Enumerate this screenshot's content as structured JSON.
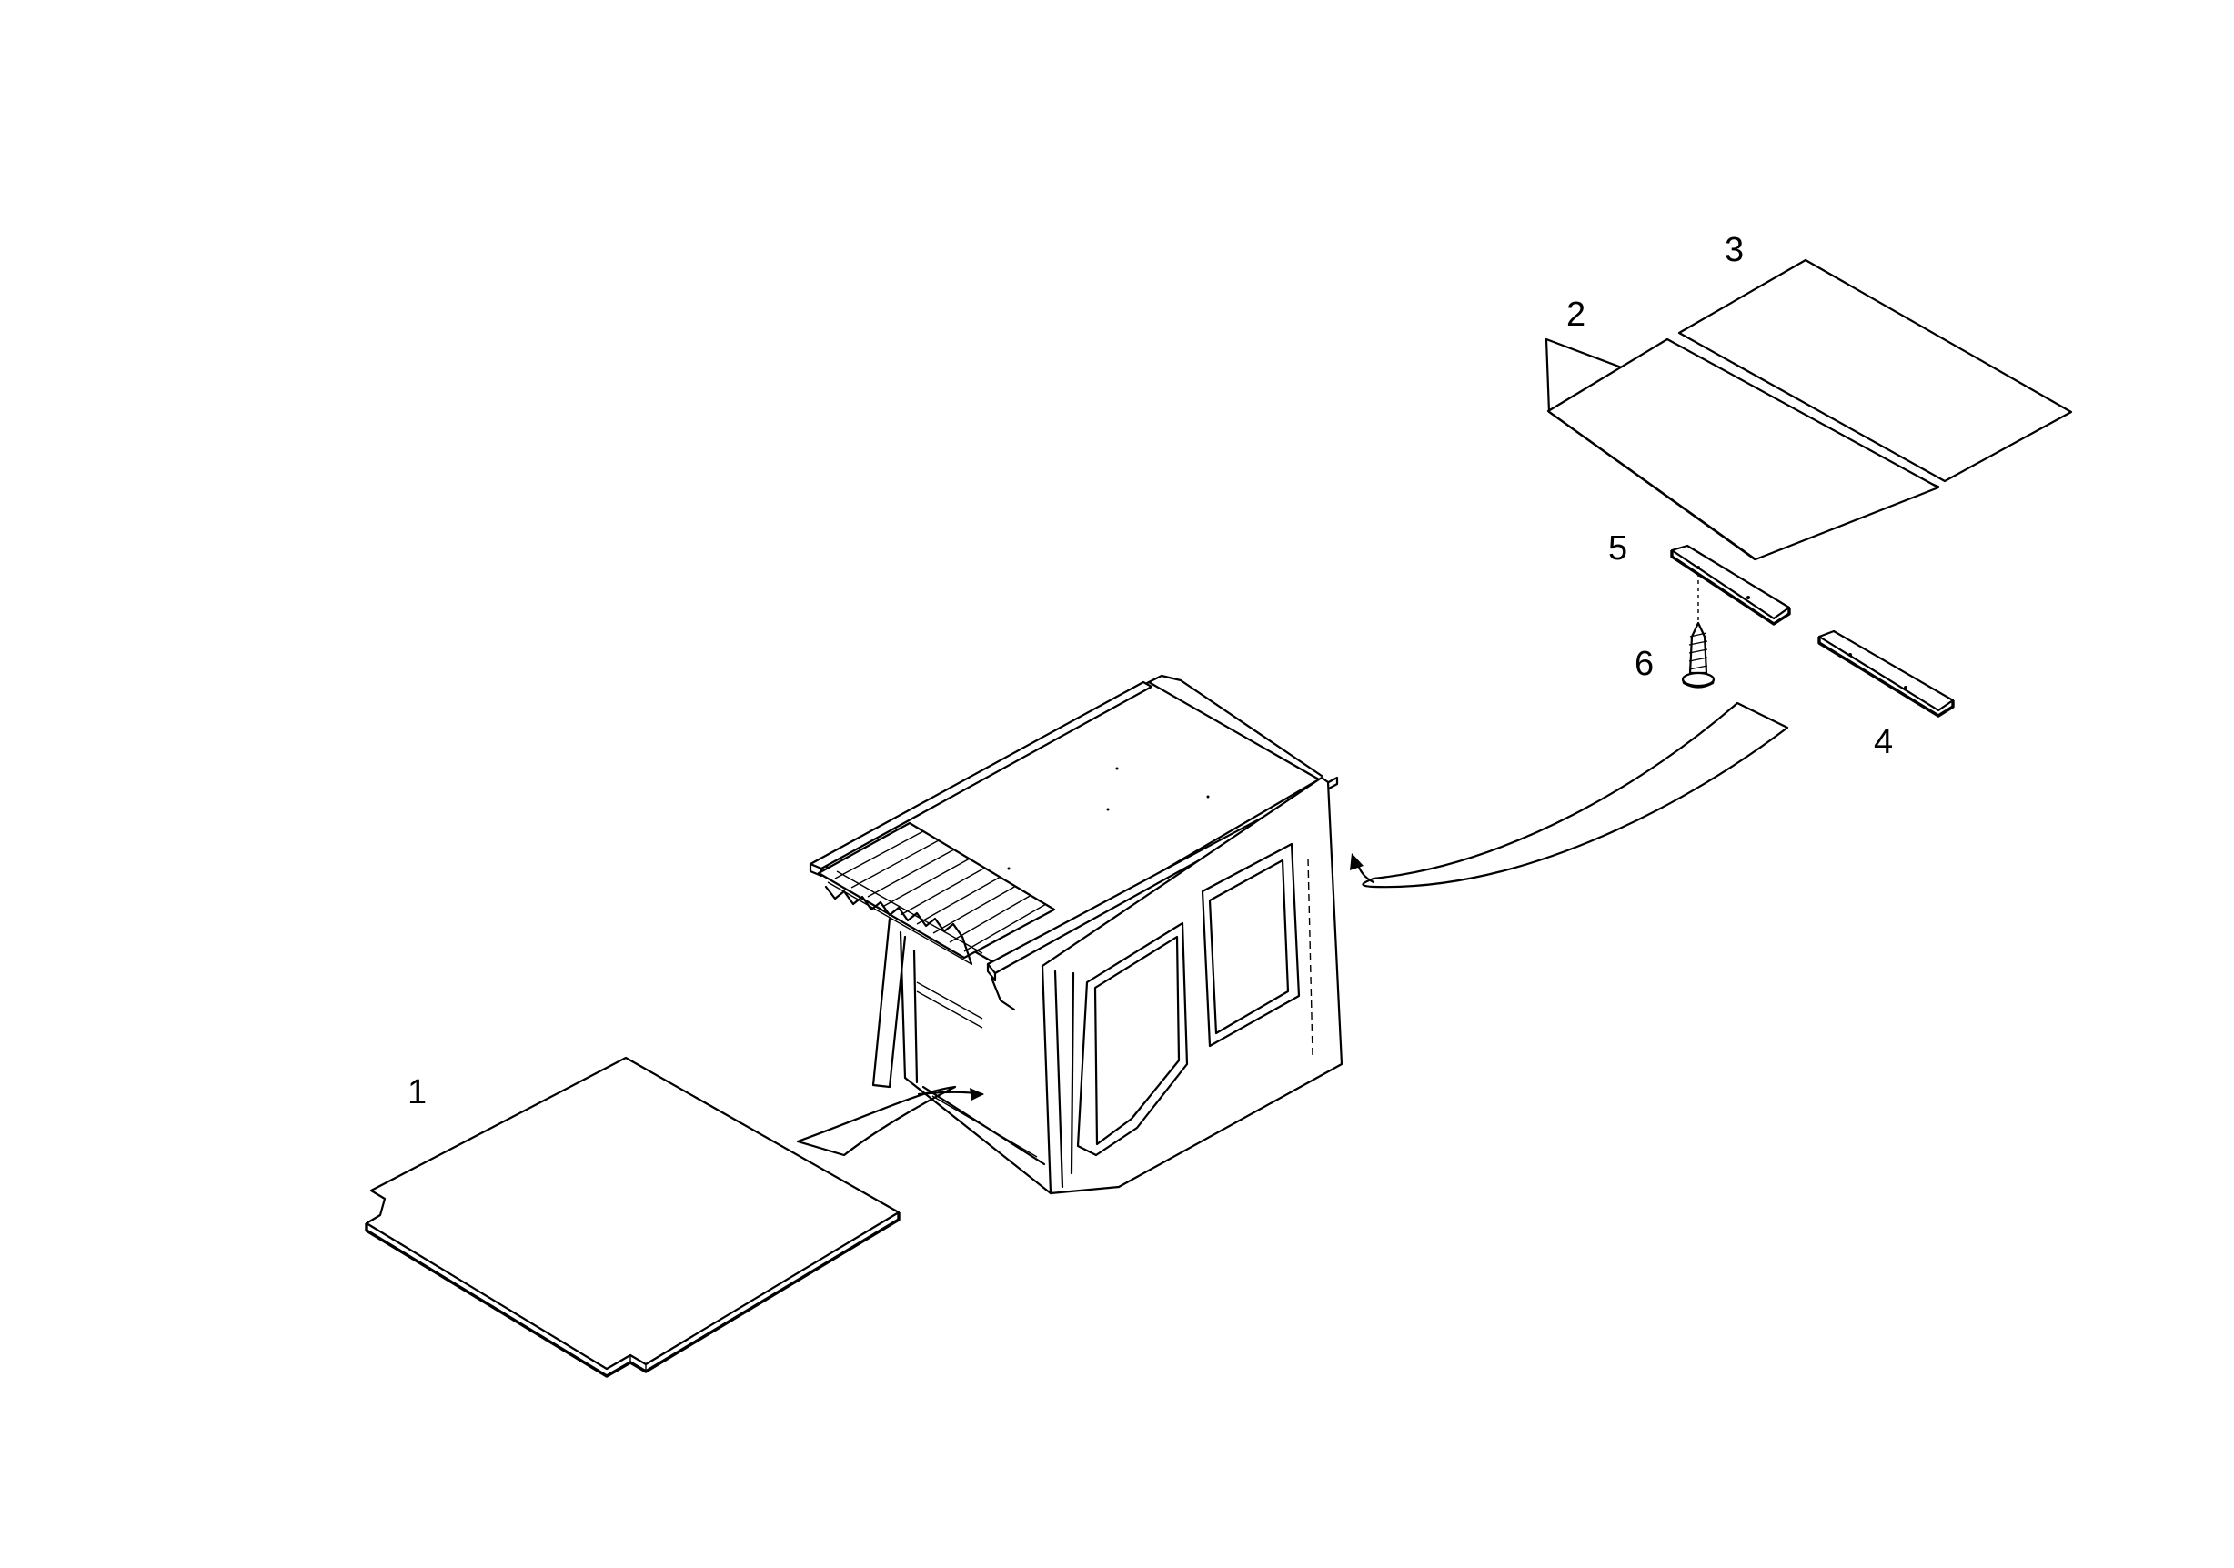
{
  "callouts": {
    "p1": "1",
    "p2": "2",
    "p3": "3",
    "p4": "4",
    "p5": "5",
    "p6": "6"
  },
  "colors": {
    "line": "#000000",
    "background": "#ffffff"
  }
}
